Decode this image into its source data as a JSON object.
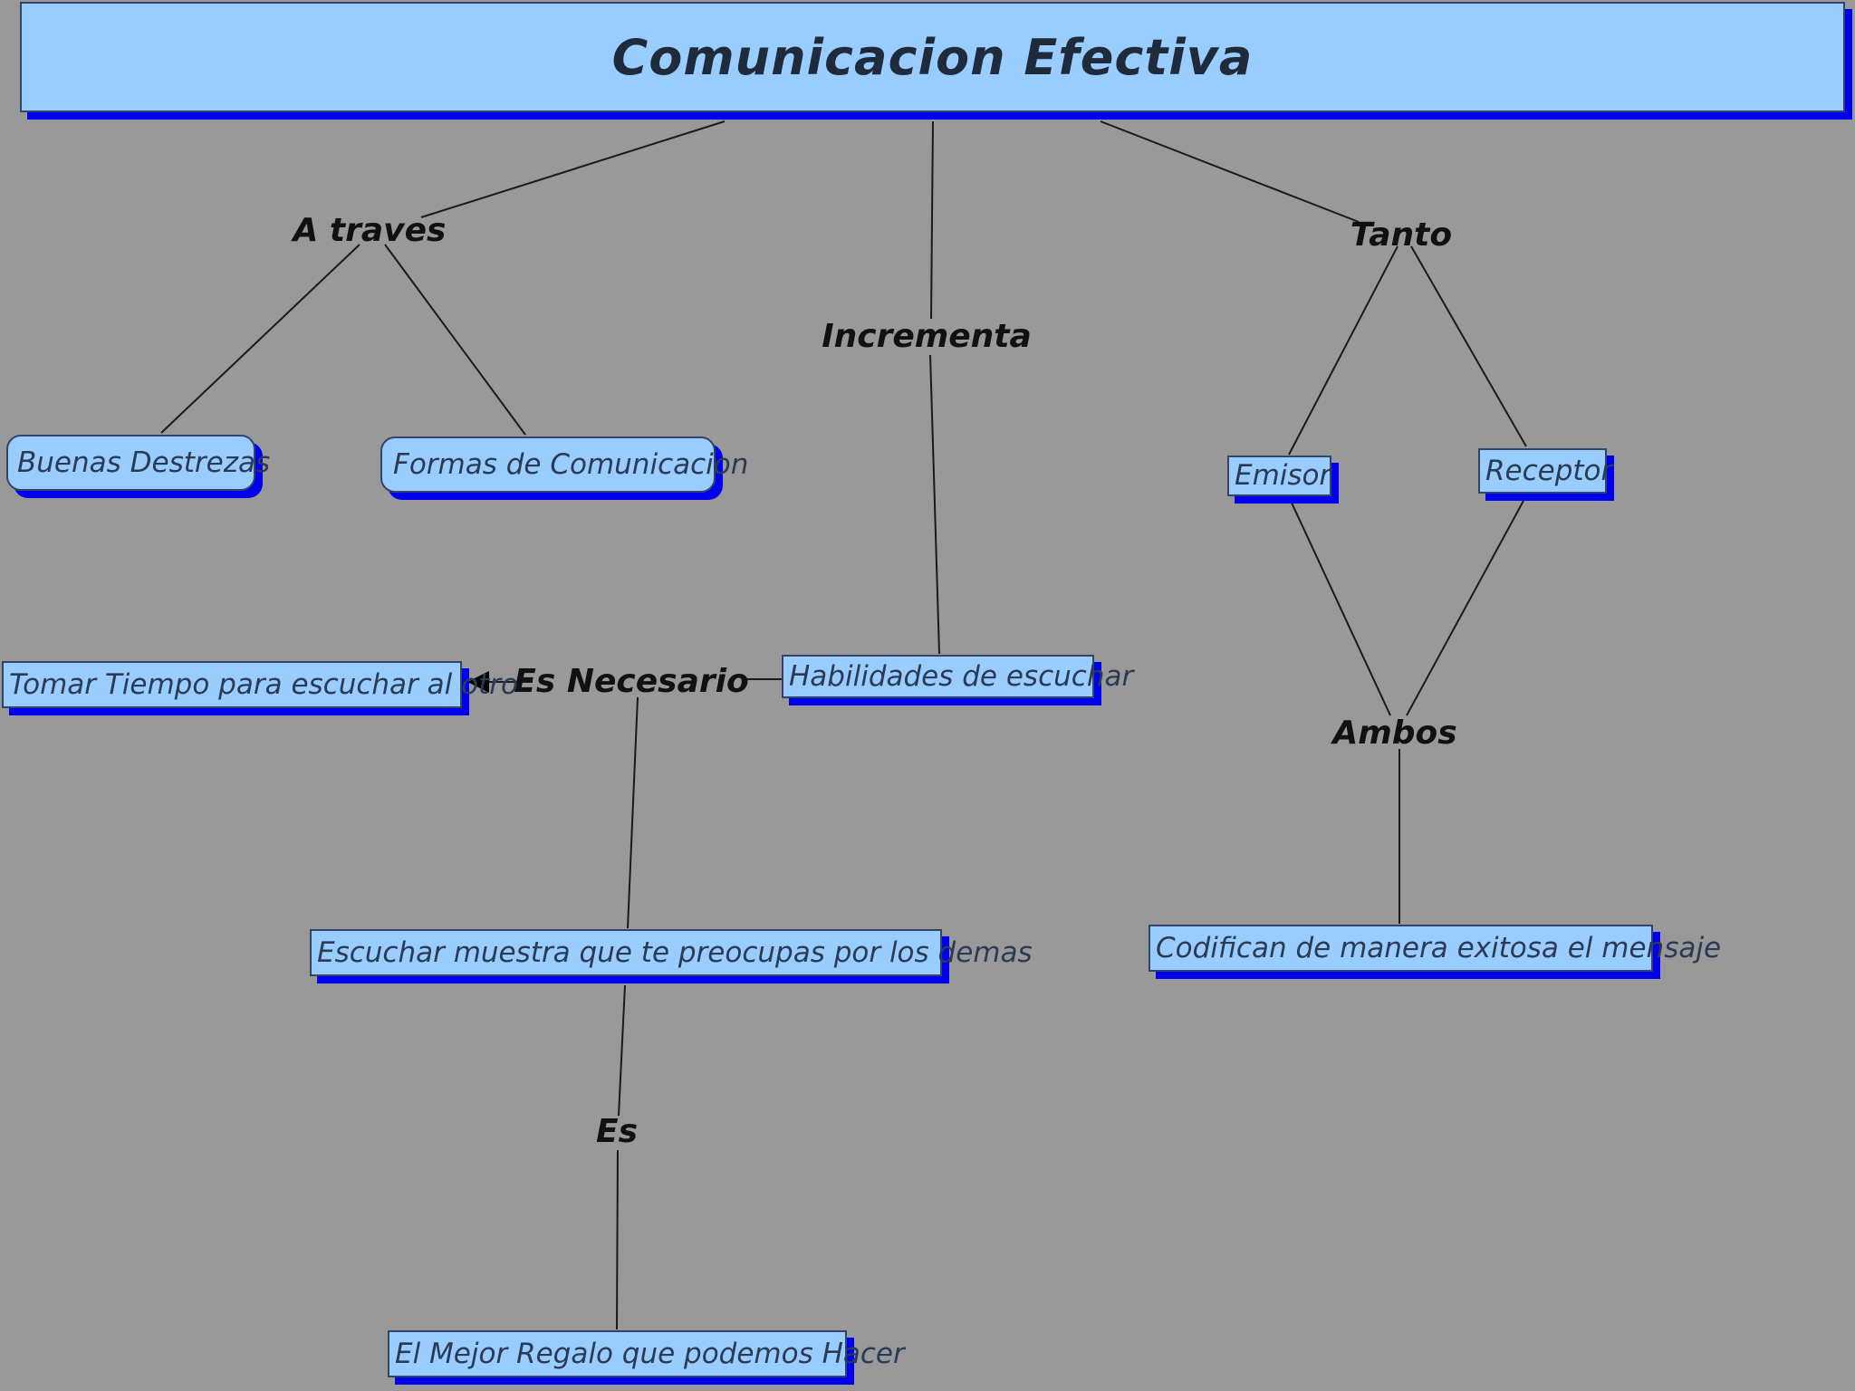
{
  "title": "Comunicacion Efectiva",
  "linking_phrases": {
    "a_traves": "A traves",
    "incrementa": "Incrementa",
    "tanto": "Tanto",
    "es_necesario": "Es Necesario",
    "ambos": "Ambos",
    "es": "Es"
  },
  "concepts": {
    "buenas_destrezas": "Buenas Destrezas",
    "formas_comunicacion": "Formas de Comunicacion",
    "emisor": "Emisor",
    "receptor": "Receptor",
    "tomar_tiempo": "Tomar Tiempo para escuchar al otro",
    "habilidades": "Habilidades de escuchar",
    "escuchar_muestra": "Escuchar muestra que te preocupas por los demas",
    "codifican": "Codifican de manera exitosa el mensaje",
    "mejor_regalo": "El Mejor Regalo que podemos Hacer"
  },
  "colors": {
    "background": "#999999",
    "node_fill": "#99ccff",
    "node_shadow": "#0000ee",
    "node_border": "#334466",
    "link_line": "#1a1a1a"
  }
}
